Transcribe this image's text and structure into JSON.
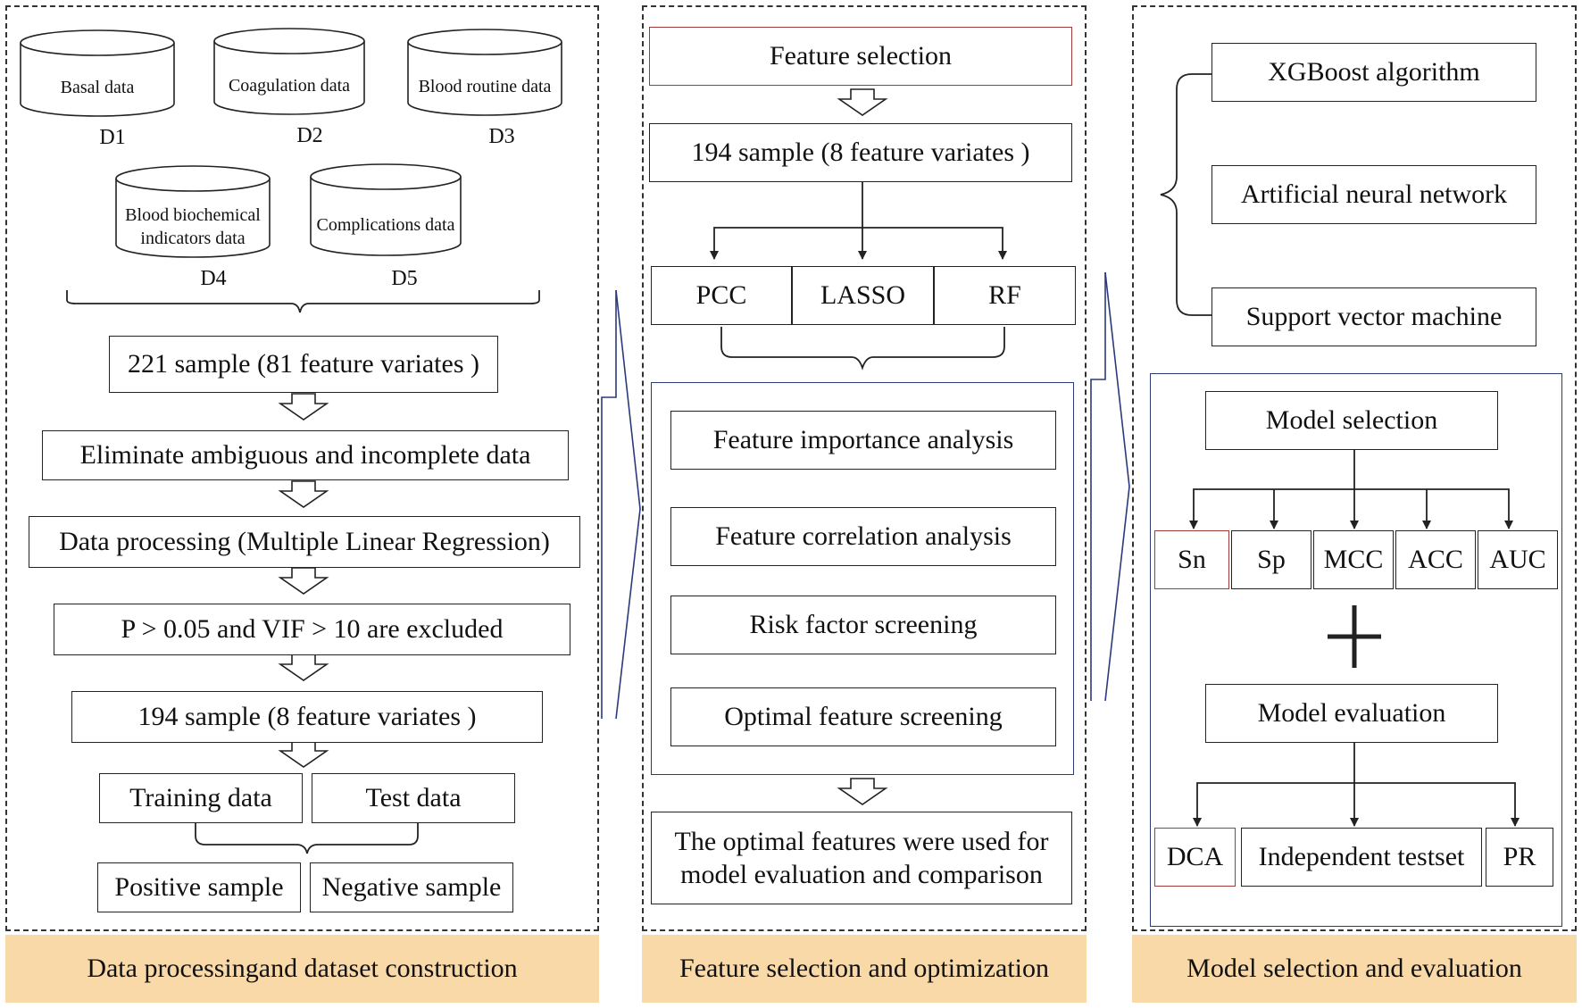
{
  "panel1": {
    "databases": [
      {
        "name": "Basal data",
        "id": "D1"
      },
      {
        "name": "Coagulation data",
        "id": "D2"
      },
      {
        "name": "Blood routine data",
        "id": "D3"
      },
      {
        "name": "Blood biochemical indicators data",
        "id": "D4"
      },
      {
        "name": "Complications data",
        "id": "D5"
      }
    ],
    "steps": [
      "221 sample (81 feature variates )",
      "Eliminate ambiguous and incomplete data",
      "Data processing (Multiple Linear Regression)",
      "P > 0.05 and VIF > 10 are excluded",
      "194 sample (8 feature variates )"
    ],
    "split": [
      "Training data",
      "Test data"
    ],
    "samples": [
      "Positive sample",
      "Negative sample"
    ],
    "footer": "Data processingand dataset construction"
  },
  "panel2": {
    "title": "Feature selection",
    "sample": "194 sample (8 feature variates )",
    "methods": [
      "PCC",
      "LASSO",
      "RF"
    ],
    "analyses": [
      "Feature importance analysis",
      "Feature correlation analysis",
      "Risk factor screening",
      "Optimal feature screening"
    ],
    "result": "The optimal features were used for model evaluation and comparison",
    "footer": "Feature selection and optimization"
  },
  "panel3": {
    "algorithms": [
      "XGBoost algorithm",
      "Artificial neural network",
      "Support vector machine"
    ],
    "model_selection": "Model selection",
    "metrics": [
      "Sn",
      "Sp",
      "MCC",
      "ACC",
      "AUC"
    ],
    "model_evaluation": "Model evaluation",
    "evaluations": [
      "DCA",
      "Independent testset",
      "PR"
    ],
    "footer": "Model selection and evaluation"
  }
}
